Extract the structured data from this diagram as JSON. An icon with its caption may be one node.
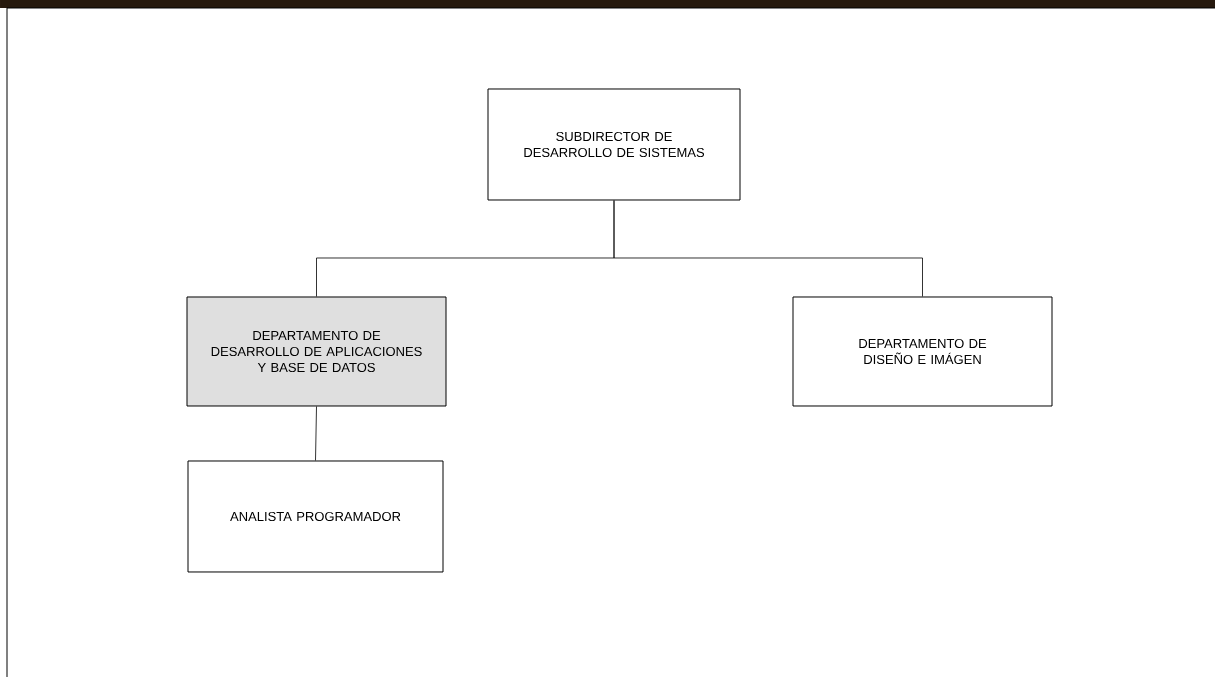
{
  "diagram": {
    "nodes": [
      {
        "text": [
          "SUBDIRECTOR DE DESARROLLO DE SISTEMAS"
        ]
      },
      {
        "text": [
          "DEPARTAMENTO DE DESARROLLO DE APLICACIONES Y BASE DE DATOS"
        ]
      },
      {
        "text": [
          "DEPARTAMENTO DE DISEÑO E IMÁGEN"
        ]
      },
      {
        "text": [
          "ANALISTA PROGRAMADOR"
        ]
      }
    ],
    "edges": [
      {
        "from": 0,
        "to": 1,
        "arrow": "none"
      },
      {
        "from": 0,
        "to": 2,
        "arrow": "none"
      },
      {
        "from": 1,
        "to": 3,
        "arrow": "none"
      }
    ]
  }
}
